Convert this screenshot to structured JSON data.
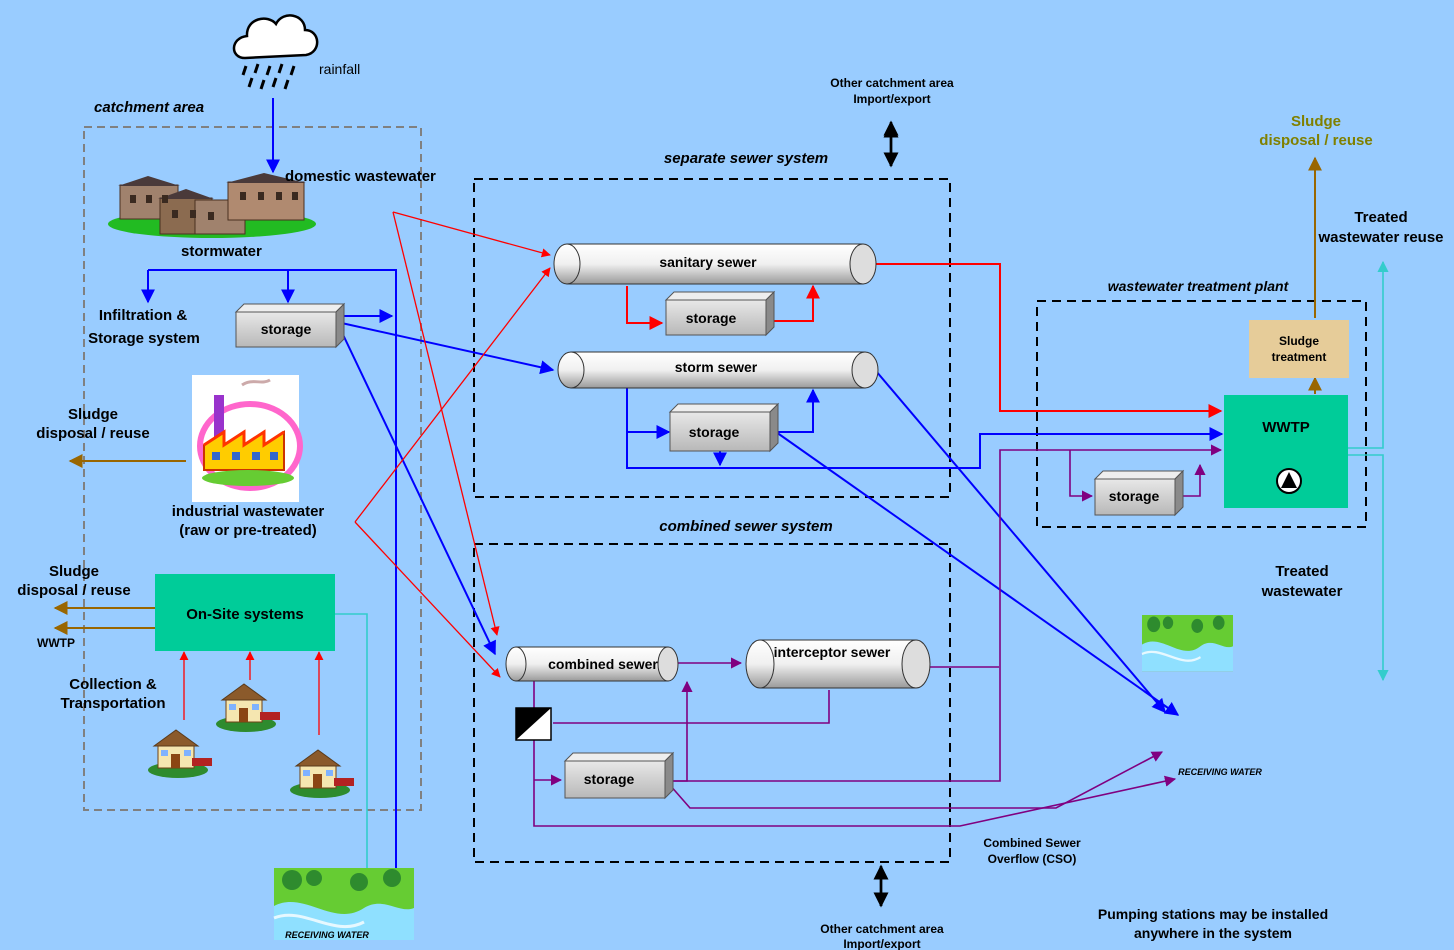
{
  "labels": {
    "rainfall": "rainfall",
    "catchment_area": "catchment area",
    "domestic_wastewater": "domestic wastewater",
    "stormwater": "stormwater",
    "infiltration_1": "Infiltration &",
    "infiltration_2": "Storage system",
    "sludge_1": "Sludge",
    "sludge_2": "disposal / reuse",
    "industrial_1": "industrial wastewater",
    "industrial_2": "(raw or pre-treated)",
    "sludge_b1": "Sludge",
    "sludge_b2": "disposal / reuse",
    "wwtp_small": "WWTP",
    "collection_1": "Collection &",
    "collection_2": "Transportation",
    "onsite": "On-Site systems",
    "storage": "storage",
    "separate_system": "separate sewer system",
    "combined_system": "combined sewer system",
    "sanitary_sewer": "sanitary sewer",
    "storm_sewer": "storm sewer",
    "combined_sewer": "combined sewer",
    "interceptor_sewer": "interceptor sewer",
    "other_catchment_top_1": "Other catchment area",
    "other_catchment_top_2": "Import/export",
    "other_catchment_bottom_1": "Other catchment area",
    "other_catchment_bottom_2": "Import/export",
    "wwtp_plant": "wastewater treatment plant",
    "wwtp": "WWTP",
    "sludge_treatment_1": "Sludge",
    "sludge_treatment_2": "treatment",
    "sludge_disposal_right_1": "Sludge",
    "sludge_disposal_right_2": "disposal / reuse",
    "treated_reuse_1": "Treated",
    "treated_reuse_2": "wastewater reuse",
    "treated_ww_1": "Treated",
    "treated_ww_2": "wastewater",
    "receiving_water": "RECEIVING WATER",
    "cso_1": "Combined Sewer",
    "cso_2": "Overflow (CSO)",
    "pumping_1": "Pumping stations may be installed",
    "pumping_2": "anywhere in the system"
  },
  "colors": {
    "background": "#99ccff",
    "onsite_box": "#00cc99",
    "wwtp_box": "#00cc99",
    "sludge_treatment_box": "#e6cc99",
    "flow_blue": "#0000ff",
    "flow_red": "#ff0000",
    "flow_purple": "#800080",
    "flow_teal": "#33cccc",
    "flow_brown": "#996600",
    "sludge_text": "#808000"
  },
  "icons": [
    "rain-cloud-icon",
    "houses-icon",
    "factory-icon",
    "house-icon",
    "river-icon",
    "pump-icon",
    "overflow-weir-icon"
  ]
}
